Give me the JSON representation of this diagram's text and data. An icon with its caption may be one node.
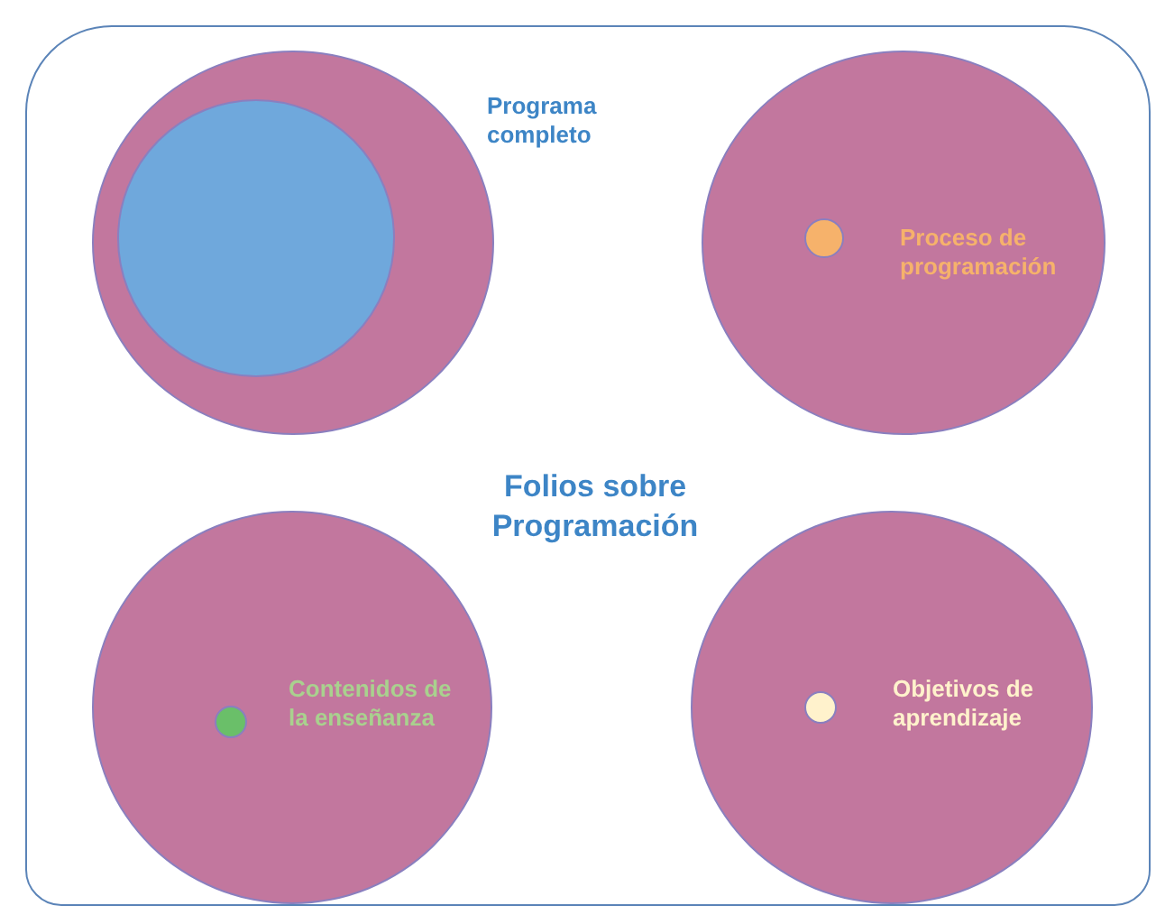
{
  "diagram": {
    "nodes": [
      {
        "text": [
          "Folios sobre Programación"
        ]
      },
      {
        "text": [
          "Programa completo"
        ],
        "in": 0
      },
      {
        "text": [],
        "shape": "circle",
        "in": 1
      },
      {
        "text": [
          "Proceso de programación"
        ],
        "in": 0
      },
      {
        "text": [],
        "shape": "circle",
        "in": 3
      },
      {
        "text": [
          "Contenidos de la enseñanza"
        ],
        "in": 0
      },
      {
        "text": [],
        "shape": "circle",
        "in": 5
      },
      {
        "text": [
          "Objetivos de aprendizaje"
        ],
        "in": 0
      },
      {
        "text": [],
        "shape": "circle",
        "in": 7
      }
    ],
    "edges": []
  }
}
